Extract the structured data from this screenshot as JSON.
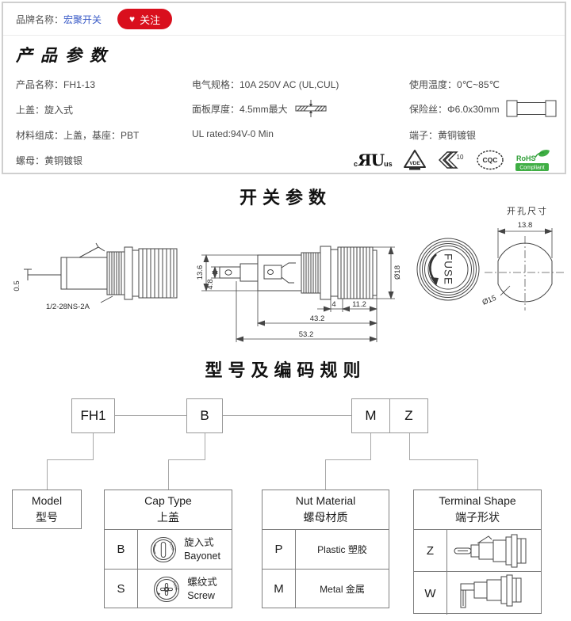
{
  "colors": {
    "accent_red": "#d90f1d",
    "link_blue": "#3a5bc7",
    "rohs_green": "#2e9e36",
    "box_border": "#cfcfcf",
    "table_border": "#7f7f7f"
  },
  "brand_bar": {
    "label": "品牌名称：",
    "brand_name": "宏聚开关",
    "heart_icon": "♥",
    "follow_label": "关注"
  },
  "product_section": {
    "title": "产品参数",
    "col1": [
      "产品名称：FH1-13",
      "上盖：旋入式",
      "材料组成：上盖，基座：PBT",
      "螺母：黄铜镀银"
    ],
    "col2": [
      "电气规格：10A 250V AC (UL,CUL)",
      "面板厚度：4.5mm最大",
      "UL rated:94V-0 Min"
    ],
    "col3": [
      "使用温度：0℃~85℃",
      "保险丝：Φ6.0x30mm",
      "端子：黄铜镀银"
    ],
    "certifications": {
      "ul_prefix": "c",
      "ul_mark": "ЯU",
      "ul_suffix": "us",
      "vde": "VDE",
      "kema_number": "10",
      "cqc": "CQC",
      "rohs_line1": "RoHS",
      "rohs_line2": "Compliant"
    }
  },
  "switch_section": {
    "title": "开关参数",
    "drawing_left": {
      "dim_lead": "0.5",
      "thread_spec": "1/2-28NS-2A"
    },
    "drawing_middle": {
      "dim_height": "13.6",
      "dim_blade": "4.8",
      "dim_cap_dia": "Ø18",
      "dim_washer": "4",
      "dim_cap_len": "11.2",
      "dim_body_len": "43.2",
      "dim_total_len": "53.2"
    },
    "drawing_cap": {
      "label": "FUSE"
    },
    "drawing_hole": {
      "title": "开孔尺寸",
      "dim_width": "13.8",
      "dim_dia": "Ø15"
    }
  },
  "coding_section": {
    "title": "型号及编码规则",
    "codes": {
      "model": "FH1",
      "cap": "B",
      "nut": "M",
      "terminal": "Z"
    },
    "model_table": {
      "title_en": "Model",
      "title_zh": "型号"
    },
    "cap_table": {
      "title_en": "Cap Type",
      "title_zh": "上盖",
      "rows": [
        {
          "code": "B",
          "name_zh": "旋入式",
          "name_en": "Bayonet"
        },
        {
          "code": "S",
          "name_zh": "螺纹式",
          "name_en": "Screw"
        }
      ]
    },
    "nut_table": {
      "title_en": "Nut Material",
      "title_zh": "螺母材质",
      "rows": [
        {
          "code": "P",
          "name": "Plastic 塑胶"
        },
        {
          "code": "M",
          "name": "Metal 金属"
        }
      ]
    },
    "terminal_table": {
      "title_en": "Terminal Shape",
      "title_zh": "端子形状",
      "rows": [
        {
          "code": "Z"
        },
        {
          "code": "W"
        }
      ]
    }
  }
}
